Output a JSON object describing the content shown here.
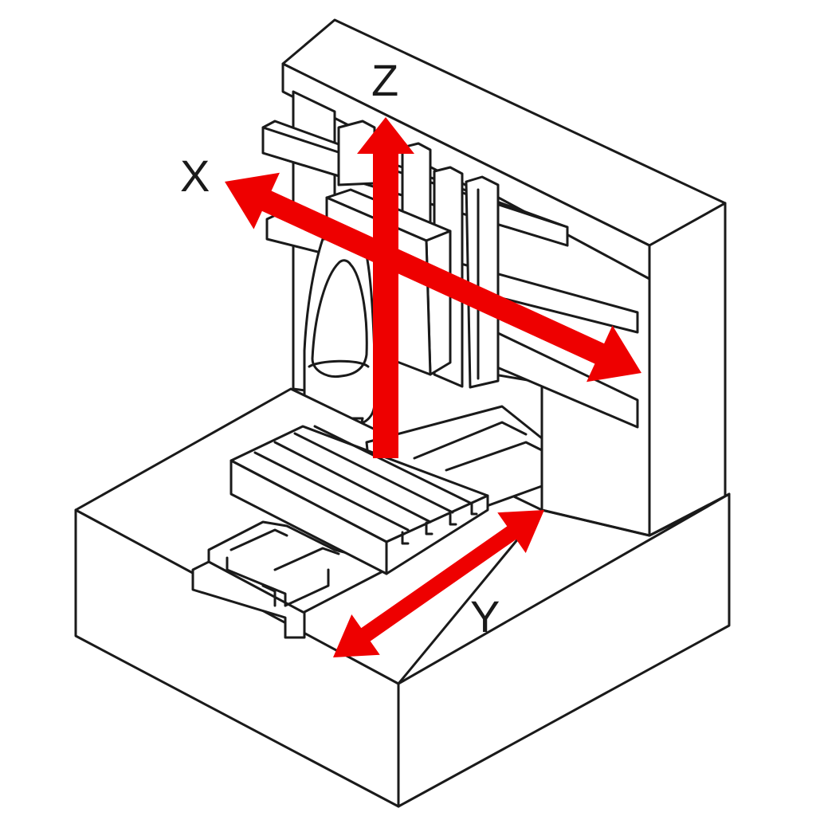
{
  "diagram": {
    "labels": {
      "x": "X",
      "y": "Y",
      "z": "Z"
    },
    "colors": {
      "arrow": "#ee0000",
      "line": "#1a1a1a",
      "background": "#ffffff"
    }
  }
}
